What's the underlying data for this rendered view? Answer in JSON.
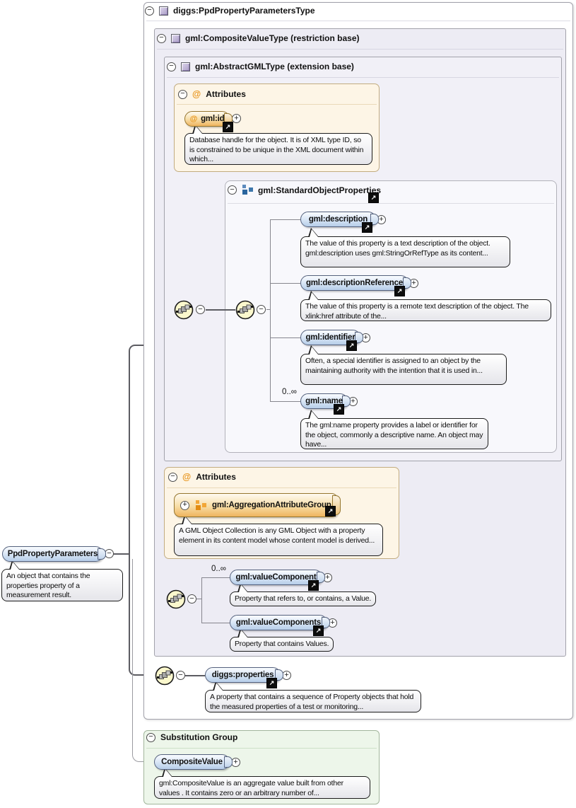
{
  "diagram": {
    "root": {
      "label": "diggs:PpdPropertyParametersType"
    },
    "composite_type": {
      "label": "gml:CompositeValueType (restriction base)"
    },
    "abstract_type": {
      "label": "gml:AbstractGMLType (extension base)"
    },
    "attributes_abstract": {
      "title": "Attributes",
      "items": [
        {
          "label": "gml:id",
          "tooltip": "Database handle for the object. It is of XML type ID, so is constrained to be unique in the XML document within which..."
        }
      ]
    },
    "standard_group": {
      "label": "gml:StandardObjectProperties",
      "elements": [
        {
          "label": "gml:description",
          "tooltip": "The value of this property is a text description of the object. gml:description uses gml:StringOrRefType as its content..."
        },
        {
          "label": "gml:descriptionReference",
          "tooltip": "The value of this property is a remote text description of the object. The xlink:href attribute of the..."
        },
        {
          "label": "gml:identifier",
          "tooltip": "Often, a special identifier is assigned to an object by the maintaining authority with the intention that it is used in..."
        },
        {
          "label": "gml:name",
          "cardinality": "0..∞",
          "tooltip": "The gml:name property provides a label or identifier for the object, commonly a descriptive name. An object may have..."
        }
      ]
    },
    "attributes_composite": {
      "title": "Attributes",
      "items": [
        {
          "label": "gml:AggregationAttributeGroup",
          "tooltip": "A GML Object Collection is any GML Object with a property element in its content model whose content model is derived..."
        }
      ]
    },
    "value_choice": {
      "elements": [
        {
          "label": "gml:valueComponent",
          "cardinality": "0..∞",
          "tooltip": "Property that refers to, or contains, a Value."
        },
        {
          "label": "gml:valueComponents",
          "tooltip": "Property that contains Values."
        }
      ]
    },
    "properties_element": {
      "label": "diggs:properties",
      "tooltip": "A property that contains a sequence of Property objects that hold the measured properties of a test or monitoring..."
    },
    "substitution_group": {
      "title": "Substitution Group",
      "elements": [
        {
          "label": "CompositeValue",
          "tooltip": "gml:CompositeValue is an aggregate value built from other values . It contains zero or an arbitrary number of..."
        }
      ]
    },
    "main_element": {
      "label": "PpdPropertyParameters",
      "tooltip": "An object that contains the properties property of a measurement result."
    },
    "glyphs": {
      "collapse": "−",
      "expand": "+",
      "link": "↗",
      "at": "@"
    },
    "colors": {
      "element_fill": "#b6cde9",
      "attribute_fill": "#efb45e",
      "type_panel": "#edecf4",
      "attr_panel": "#fdf5e6",
      "subst_panel": "#edf6ea",
      "seq_icon": "#fbf8cd"
    }
  }
}
